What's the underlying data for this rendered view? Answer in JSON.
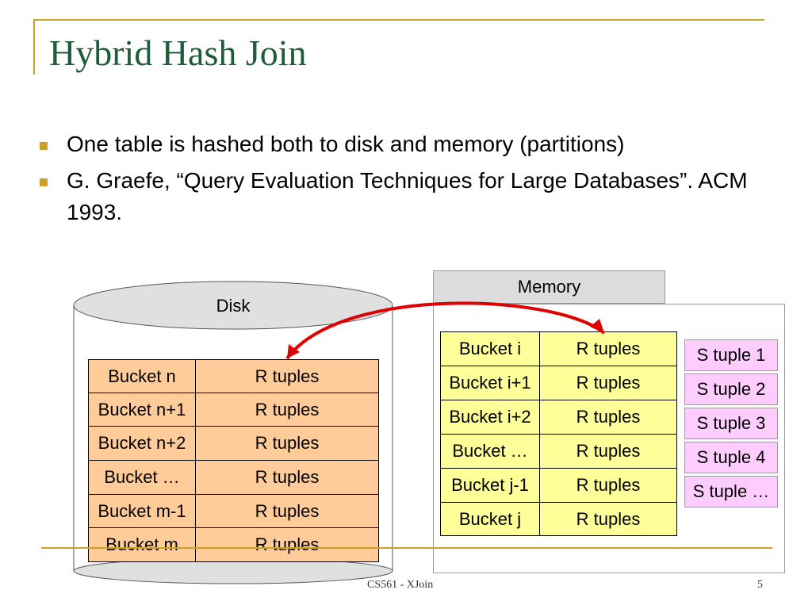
{
  "slide": {
    "title": "Hybrid Hash Join",
    "bullets": [
      "One table is hashed both to disk and memory (partitions)",
      "G. Graefe, “Query Evaluation Techniques for Large Databases”. ACM 1993."
    ],
    "footer": "CS561 - XJoin",
    "page_number": "5"
  },
  "disk": {
    "label": "Disk",
    "rows": [
      {
        "bucket": "Bucket n",
        "tuples": "R tuples"
      },
      {
        "bucket": "Bucket n+1",
        "tuples": "R tuples"
      },
      {
        "bucket": "Bucket n+2",
        "tuples": "R tuples"
      },
      {
        "bucket": "Bucket …",
        "tuples": "R tuples"
      },
      {
        "bucket": "Bucket m-1",
        "tuples": "R tuples"
      },
      {
        "bucket": "Bucket m",
        "tuples": "R tuples"
      }
    ]
  },
  "memory": {
    "label": "Memory",
    "rows": [
      {
        "bucket": "Bucket i",
        "tuples": "R tuples"
      },
      {
        "bucket": "Bucket i+1",
        "tuples": "R tuples"
      },
      {
        "bucket": "Bucket i+2",
        "tuples": "R tuples"
      },
      {
        "bucket": "Bucket …",
        "tuples": "R tuples"
      },
      {
        "bucket": "Bucket j-1",
        "tuples": "R tuples"
      },
      {
        "bucket": "Bucket j",
        "tuples": "R tuples"
      }
    ],
    "s_tuples": [
      "S tuple 1",
      "S tuple 2",
      "S tuple 3",
      "S tuple 4",
      "S tuple …"
    ]
  },
  "colors": {
    "title": "#1f5c3a",
    "accent": "#c9a227",
    "disk_cell": "#ffcc99",
    "memory_cell": "#ffff99",
    "s_tuple_cell": "#ffccff",
    "arrow": "#e00000",
    "cylinder": "#e0e0e0"
  }
}
